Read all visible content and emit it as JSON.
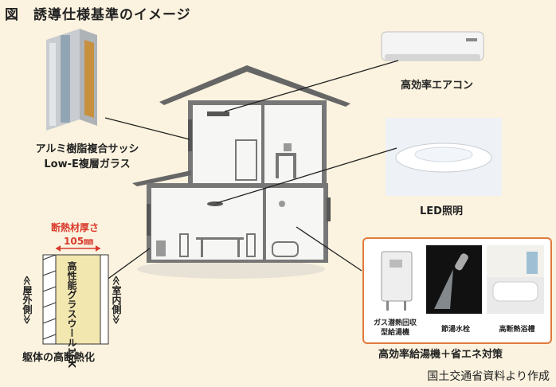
{
  "title": "図　誘導仕様基準のイメージ",
  "labels": {
    "sash_line1": "アルミ樹脂複合サッシ",
    "sash_line2": "Low-E複層ガラス",
    "aircon": "高効率エアコン",
    "led": "LED照明",
    "insulation_thickness_label": "断熱材厚さ",
    "insulation_thickness_value": "105㎜",
    "insulation_material": "高性能グラスウール16K",
    "outdoor_side": "≪屋外側≫",
    "indoor_side": "≪室内側≫",
    "envelope": "躯体の高断熱化",
    "water_heater_1": "ガス潜熱回収",
    "water_heater_2": "型給湯機",
    "faucet": "節湯水栓",
    "bathtub": "高断熱浴槽",
    "water_caption": "高効率給湯機＋省エネ対策",
    "credit": "国土交通省資料より作成"
  },
  "colors": {
    "background": "#fbf3df",
    "accent_red": "#d8392b",
    "box_border": "#e07b3b"
  }
}
